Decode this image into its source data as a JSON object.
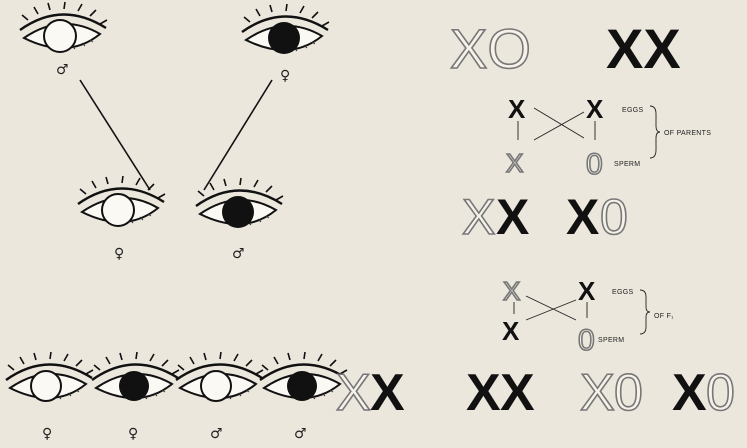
{
  "eyes": {
    "p1_left": {
      "iris": "white",
      "sex_symbol": "♂"
    },
    "p1_right": {
      "iris": "black",
      "sex_symbol": "♀"
    },
    "f1_left": {
      "iris": "white",
      "sex_symbol": "♀"
    },
    "f1_right": {
      "iris": "black",
      "sex_symbol": "♂"
    },
    "f2": [
      {
        "iris": "white",
        "sex_symbol": "♀"
      },
      {
        "iris": "black",
        "sex_symbol": "♀"
      },
      {
        "iris": "white",
        "sex_symbol": "♂"
      },
      {
        "iris": "black",
        "sex_symbol": "♂"
      }
    ]
  },
  "genotypes": {
    "parents": [
      "XO",
      "XX"
    ],
    "f1": [
      "XX",
      "XO"
    ],
    "f2": [
      "XX",
      "XX",
      "XO",
      "XO"
    ]
  },
  "cross_labels": {
    "parents": {
      "eggs": "EGGS",
      "sperm": "SPERM",
      "note": "OF PARENTS"
    },
    "f1": {
      "eggs": "EGGS",
      "sperm": "SPERM",
      "note": "OF F₁"
    }
  },
  "colors": {
    "background": "#ece7dd",
    "ink": "#111111",
    "outline": "#777777"
  }
}
